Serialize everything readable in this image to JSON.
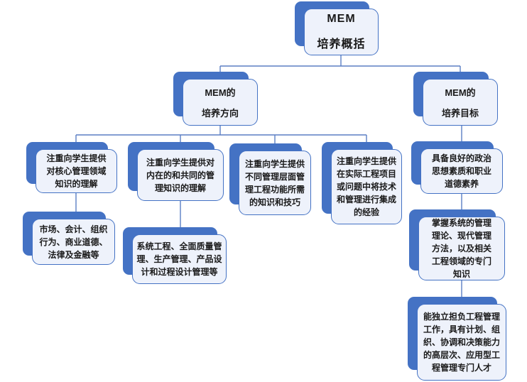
{
  "diagram_title": "MEM 培养概括",
  "colors": {
    "accent": "#4472C4",
    "card_fill": "#eef2fb",
    "connector": "#5b7fc4",
    "text": "#1a1a1a"
  },
  "nodes": {
    "root": {
      "line1": "MEM",
      "line2": "培养概括"
    },
    "direction": {
      "line1": "MEM的",
      "line2": "培养方向"
    },
    "goal": {
      "line1": "MEM的",
      "line2": "培养目标"
    },
    "dir1": {
      "text": "注重向学生提供\n对核心管理领域\n知识的理解"
    },
    "dir2": {
      "text": "注重向学生提供对\n内在的和共同的管\n理知识的理解"
    },
    "dir3": {
      "text": "注重向学生提供\n不同管理层面管\n理工程功能所需\n的知识和技巧"
    },
    "dir4": {
      "text": "注重向学生提供\n在实际工程项目\n或问题中将技术\n和管理进行集成\n的经验"
    },
    "dir1_detail": {
      "text": "市场、会计、组织\n行为、商业道德、\n法律及金融等"
    },
    "dir2_detail": {
      "text": "系统工程、全面质量管\n理、生产管理、产品设\n计和过程设计管理等"
    },
    "goal1": {
      "text": "具备良好的政治\n思想素质和职业\n道德素养"
    },
    "goal2": {
      "text": "掌握系统的管理\n理论、现代管理\n方法，以及相关\n工程领域的专门\n知识"
    },
    "goal3": {
      "text": "能独立担负工程管理\n工作，具有计划、组\n织、协调和决策能力\n的高层次、应用型工\n程管理专门人才"
    }
  }
}
